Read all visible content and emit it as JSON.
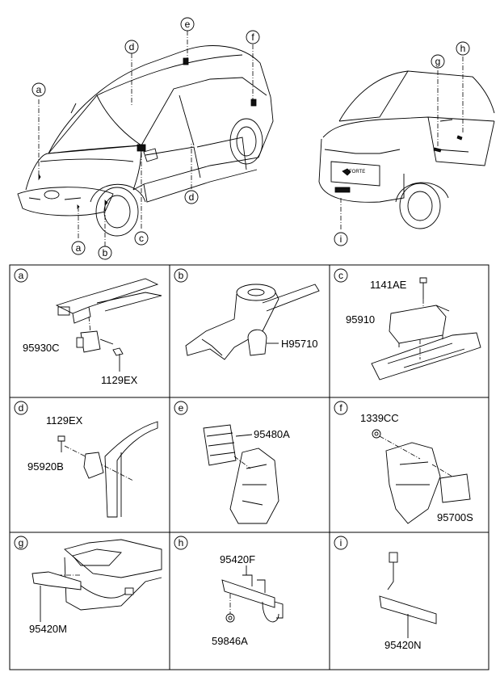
{
  "car_callouts": [
    "a",
    "b",
    "c",
    "d",
    "d",
    "e",
    "f",
    "g",
    "h",
    "i"
  ],
  "rear_badge": "FORTE",
  "panels": [
    {
      "letter": "a",
      "parts": [
        "95930C",
        "1129EX"
      ]
    },
    {
      "letter": "b",
      "parts": [
        "H95710"
      ]
    },
    {
      "letter": "c",
      "parts": [
        "1141AE",
        "95910"
      ]
    },
    {
      "letter": "d",
      "parts": [
        "1129EX",
        "95920B"
      ]
    },
    {
      "letter": "e",
      "parts": [
        "95480A"
      ]
    },
    {
      "letter": "f",
      "parts": [
        "1339CC",
        "95700S"
      ]
    },
    {
      "letter": "g",
      "parts": [
        "95420M"
      ]
    },
    {
      "letter": "h",
      "parts": [
        "95420F",
        "59846A"
      ]
    },
    {
      "letter": "i",
      "parts": [
        "95420N"
      ]
    }
  ]
}
